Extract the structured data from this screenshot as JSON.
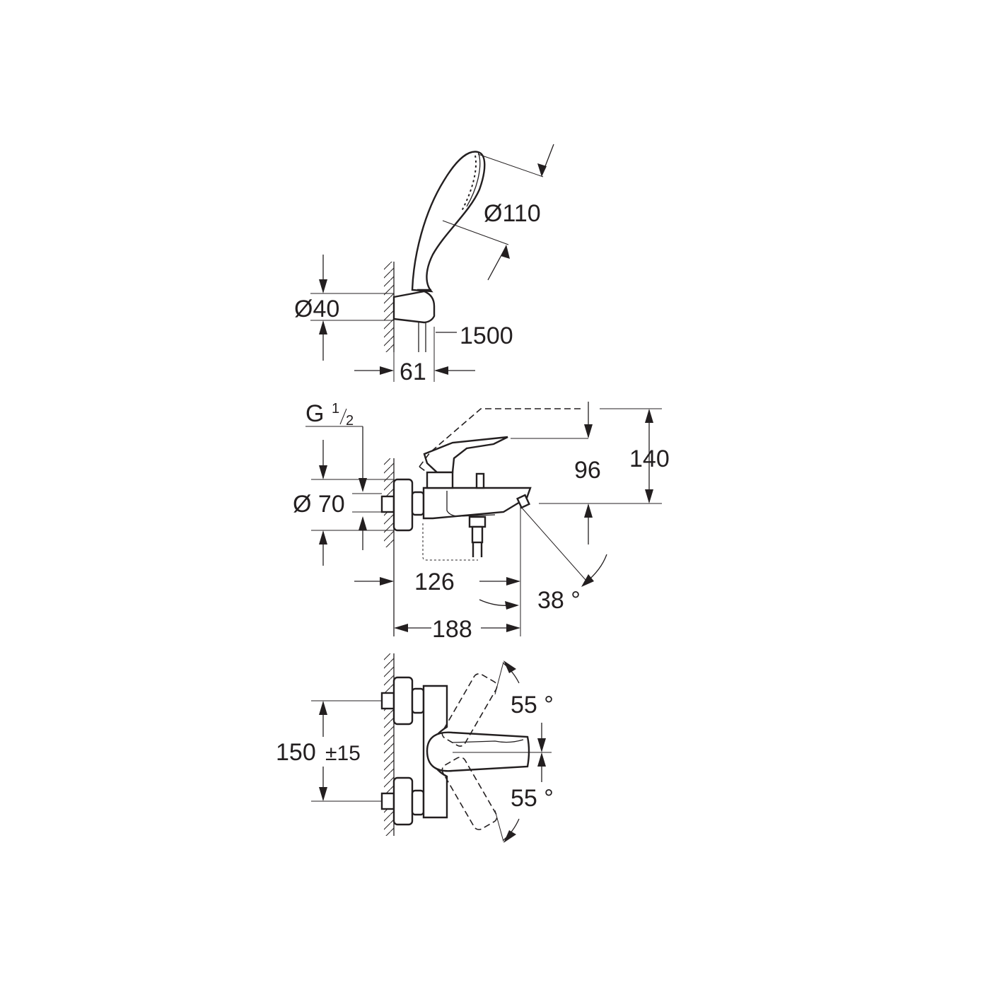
{
  "colors": {
    "ink": "#231f20",
    "background": "#ffffff"
  },
  "labels": {
    "handshower_diameter": "Ø110",
    "holder_diameter": "Ø40",
    "hose_length": "1500",
    "holder_projection": "61",
    "thread_g": "G",
    "thread_frac_num": "1",
    "thread_frac_den": "2",
    "escutcheon_diameter": "Ø 70",
    "lever_clearance": "96",
    "total_height": "140",
    "spout_projection": "126",
    "total_projection": "188",
    "spout_angle": "38 °",
    "centres": "150",
    "centres_tolerance": "±15",
    "lever_angle_up": "55 °",
    "lever_angle_down": "55 °"
  }
}
